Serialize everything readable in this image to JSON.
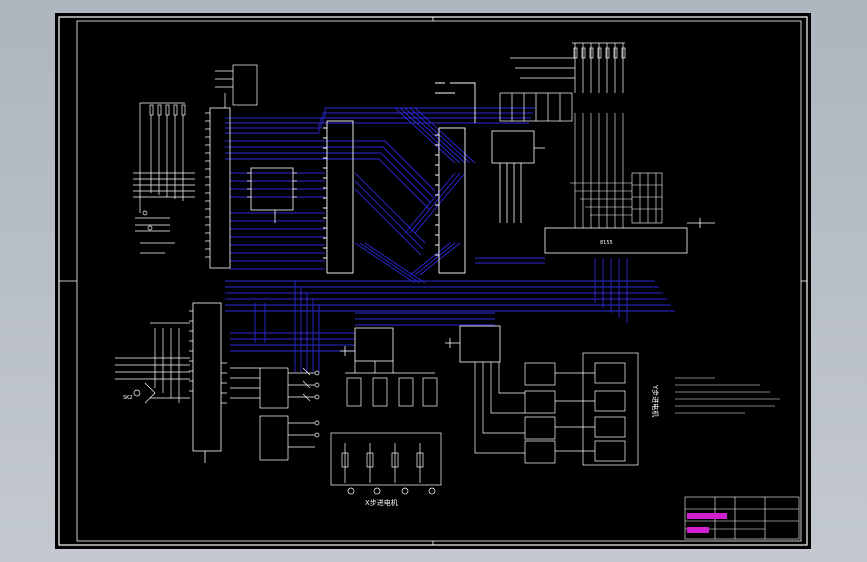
{
  "viewport": {
    "background": "#b7bdc6"
  },
  "drawing": {
    "background": "#000000",
    "border_color": "#ffffff",
    "wire_color": "#2a2ad6",
    "component_color": "#ffffff",
    "title_block_accent": "#d020d0"
  },
  "labels": {
    "chip_main": "8155",
    "label_sk2": "SK2",
    "x_axis_drive": "X步进电机",
    "y_axis_drive": "Y步进电机"
  }
}
